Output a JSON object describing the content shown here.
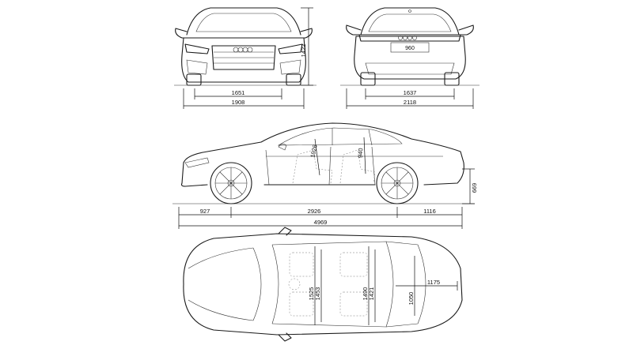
{
  "dimensions": {
    "front_height": "1422",
    "front_track": "1651",
    "front_width": "1908",
    "rear_track": "1637",
    "rear_width_mirrors": "2118",
    "rear_plate": "960",
    "side_headroom_front": "1026",
    "side_headroom_rear": "940",
    "side_rear_height": "669",
    "side_front_overhang": "927",
    "side_wheelbase": "2926",
    "side_rear_overhang": "1116",
    "side_total_length": "4969",
    "top_shoulder_front": "1525",
    "top_elbow_front": "1453",
    "top_shoulder_rear": "1490",
    "top_elbow_rear": "1421",
    "top_trunk_length": "1175",
    "top_trunk_width": "1050"
  },
  "colors": {
    "line": "#1a1a1a",
    "background": "#ffffff"
  }
}
